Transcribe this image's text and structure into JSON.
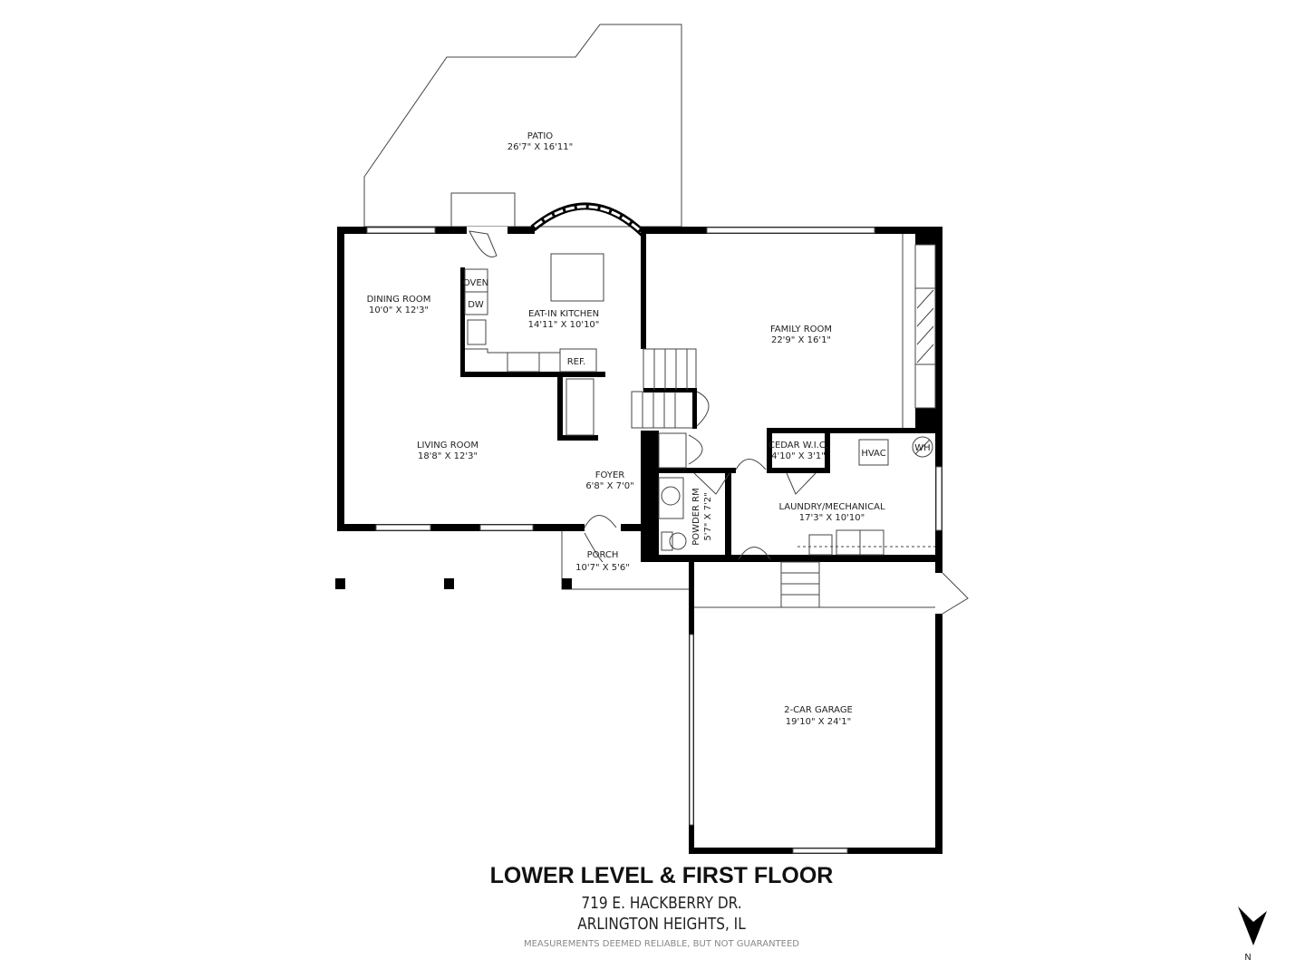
{
  "rooms": {
    "patio": {
      "name": "PATIO",
      "dims": "26'7\" X 16'11\""
    },
    "dining": {
      "name": "DINING ROOM",
      "dims": "10'0\" X 12'3\""
    },
    "kitchen": {
      "name": "EAT-IN KITCHEN",
      "dims": "14'11\" X 10'10\""
    },
    "family": {
      "name": "FAMILY ROOM",
      "dims": "22'9\" X 16'1\""
    },
    "living": {
      "name": "LIVING ROOM",
      "dims": "18'8\" X 12'3\""
    },
    "foyer": {
      "name": "FOYER",
      "dims": "6'8\" X 7'0\""
    },
    "porch": {
      "name": "PORCH",
      "dims": "10'7\" X 5'6\""
    },
    "cedar": {
      "name": "CEDAR W.I.C.",
      "dims": "4'10\" X 3'1\""
    },
    "laundry": {
      "name": "LAUNDRY/MECHANICAL",
      "dims": "17'3\" X 10'10\""
    },
    "powder": {
      "name": "POWDER RM",
      "dims": "5'7\" X 7'2\""
    },
    "garage": {
      "name": "2-CAR GARAGE",
      "dims": "19'10\" X 24'1\""
    }
  },
  "fixtures": {
    "oven": "OVEN",
    "dw": "DW",
    "ref": "REF.",
    "hvac": "HVAC",
    "wh": "WH"
  },
  "footer": {
    "title": "LOWER LEVEL & FIRST FLOOR",
    "address1": "719 E. HACKBERRY DR.",
    "address2": "ARLINGTON HEIGHTS, IL",
    "disclaimer": "MEASUREMENTS DEEMED RELIABLE, BUT NOT GUARANTEED"
  },
  "compass": {
    "label": "N",
    "icon": "north-arrow-icon"
  }
}
